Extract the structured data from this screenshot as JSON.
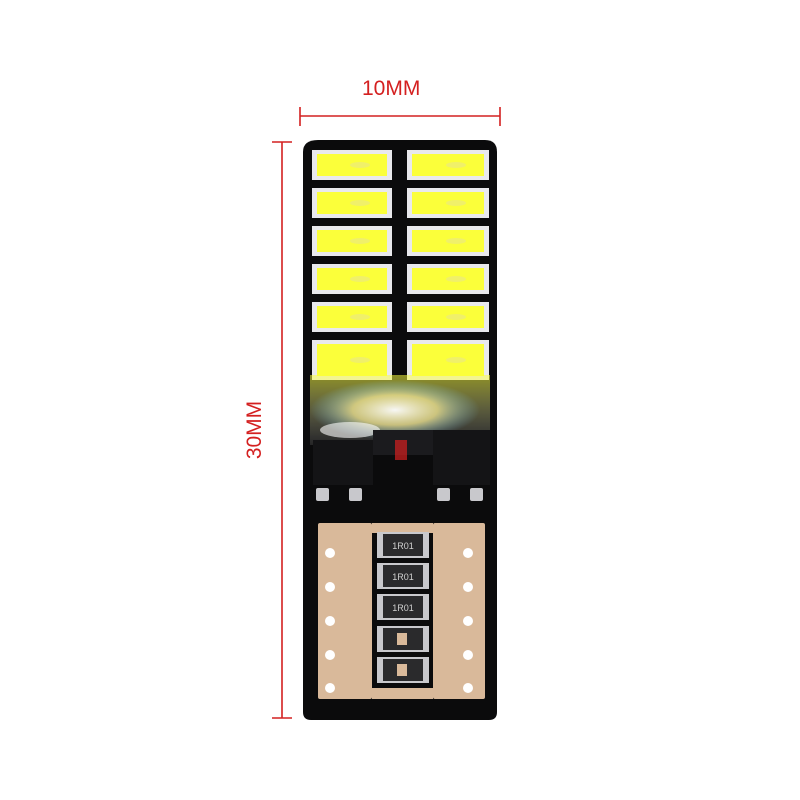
{
  "dimensions": {
    "width_label": "10MM",
    "height_label": "30MM"
  },
  "colors": {
    "dimension_line": "#d42020",
    "pcb_black": "#0b0b0c",
    "copper_pad": "#d9b99a",
    "led_chip": "#fbff3a",
    "led_frame": "#e9e9ec",
    "resistor_body": "#2a2a2c",
    "resistor_cap": "#c8c8cc"
  },
  "resistor_codes": [
    "1R01",
    "1R01",
    "1R01"
  ]
}
